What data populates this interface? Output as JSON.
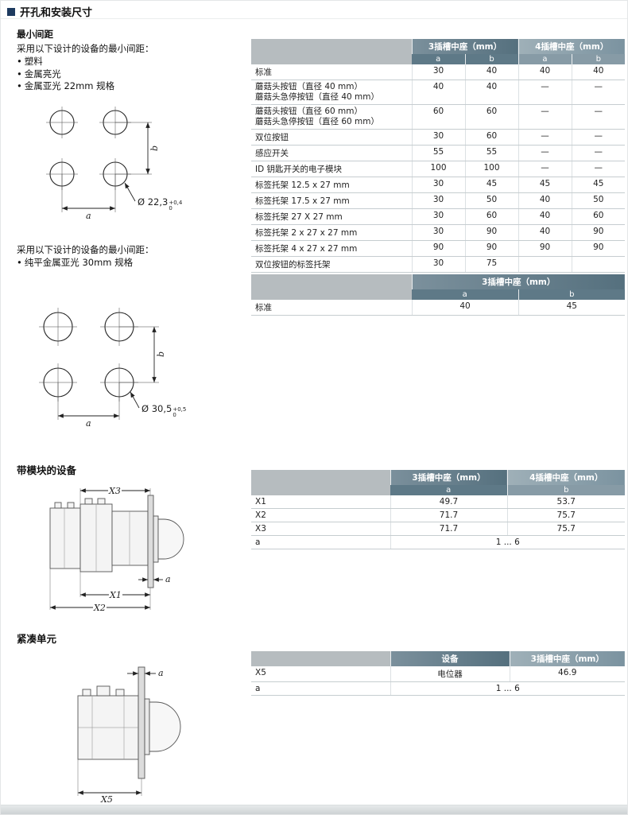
{
  "header": {
    "title": "开孔和安装尺寸"
  },
  "s1": {
    "heading": "最小间距",
    "intro": "采用以下设计的设备的最小间距：",
    "b0": "塑料",
    "b1": "金属亮光",
    "b2": "金属亚光 22mm 规格"
  },
  "d1": {
    "a": "a",
    "b": "b",
    "dia": "Ø 22,3",
    "tu": "+0,4",
    "tl": "0"
  },
  "t1": {
    "g0": "3插槽中座（mm）",
    "g1": "4插槽中座（mm）",
    "h0": "a",
    "h1": "b",
    "h2": "a",
    "h3": "b",
    "rows": [
      {
        "l": "标准",
        "c0": "30",
        "c1": "40",
        "c2": "40",
        "c3": "40"
      },
      {
        "l": "蘑菇头按钮（直径 40 mm）",
        "l2": "蘑菇头急停按钮（直径 40 mm）",
        "c0": "40",
        "c1": "40",
        "c2": "—",
        "c3": "—"
      },
      {
        "l": "蘑菇头按钮（直径 60 mm）",
        "l2": "蘑菇头急停按钮（直径 60 mm）",
        "c0": "60",
        "c1": "60",
        "c2": "—",
        "c3": "—"
      },
      {
        "l": "双位按钮",
        "c0": "30",
        "c1": "60",
        "c2": "—",
        "c3": "—"
      },
      {
        "l": "感应开关",
        "c0": "55",
        "c1": "55",
        "c2": "—",
        "c3": "—"
      },
      {
        "l": "ID 钥匙开关的电子模块",
        "c0": "100",
        "c1": "100",
        "c2": "—",
        "c3": "—"
      },
      {
        "l": "标签托架 12.5 x 27 mm",
        "c0": "30",
        "c1": "45",
        "c2": "45",
        "c3": "45"
      },
      {
        "l": "标签托架 17.5 x 27 mm",
        "c0": "30",
        "c1": "50",
        "c2": "40",
        "c3": "50"
      },
      {
        "l": "标签托架 27 X 27 mm",
        "c0": "30",
        "c1": "60",
        "c2": "40",
        "c3": "60"
      },
      {
        "l": "标签托架 2 x 27 x 27 mm",
        "c0": "30",
        "c1": "90",
        "c2": "40",
        "c3": "90"
      },
      {
        "l": "标签托架 4 x 27 x 27 mm",
        "c0": "90",
        "c1": "90",
        "c2": "90",
        "c3": "90"
      },
      {
        "l": "双位按钮的标签托架",
        "c0": "30",
        "c1": "75",
        "c2": "",
        "c3": ""
      }
    ]
  },
  "s2": {
    "intro": "采用以下设计的设备的最小间距：",
    "b0": "纯平金属亚光 30mm 规格"
  },
  "d2": {
    "a": "a",
    "b": "b",
    "dia": "Ø 30,5",
    "tu": "+0,5",
    "tl": "0"
  },
  "t2": {
    "g0": "3插槽中座（mm）",
    "h0": "a",
    "h1": "b",
    "rows": [
      {
        "l": "标准",
        "c0": "40",
        "c1": "45"
      }
    ]
  },
  "s3": {
    "heading": "带模块的设备"
  },
  "d3": {
    "x3": "X3",
    "x1": "X1",
    "x2": "X2",
    "a": "a"
  },
  "t3": {
    "g0": "3插槽中座（mm）",
    "g1": "4插槽中座（mm）",
    "h0": "a",
    "h1": "b",
    "rows": [
      {
        "l": "X1",
        "c0": "49.7",
        "c1": "53.7"
      },
      {
        "l": "X2",
        "c0": "71.7",
        "c1": "75.7"
      },
      {
        "l": "X3",
        "c0": "71.7",
        "c1": "75.7"
      }
    ],
    "span": {
      "l": "a",
      "v": "1 ... 6"
    }
  },
  "s4": {
    "heading": "紧凑单元"
  },
  "d4": {
    "x5": "X5",
    "a": "a"
  },
  "t4": {
    "h0": "设备",
    "h1": "3插槽中座（mm）",
    "rows": [
      {
        "l": "X5",
        "c0": "电位器",
        "c1": "46.9"
      }
    ],
    "span": {
      "l": "a",
      "v": "1 ... 6"
    }
  }
}
